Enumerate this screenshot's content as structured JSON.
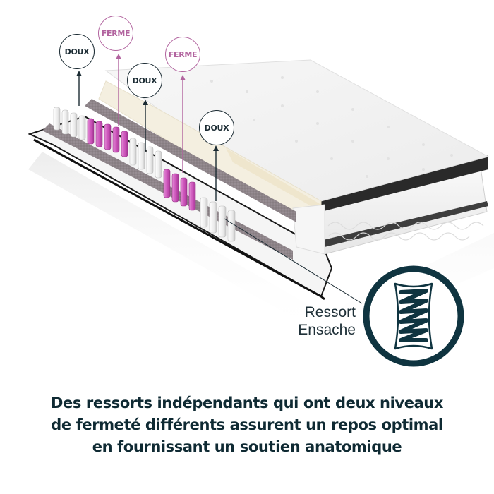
{
  "colors": {
    "soft": "#1b2b33",
    "firm": "#b2649f",
    "spring_magenta": "#c94fb7",
    "headline": "#0f2a33",
    "icon": "#0f3440"
  },
  "zone_labels": [
    {
      "id": "zone-1",
      "label": "DOUX",
      "type": "soft"
    },
    {
      "id": "zone-2",
      "label": "FERME",
      "type": "firm"
    },
    {
      "id": "zone-3",
      "label": "DOUX",
      "type": "soft"
    },
    {
      "id": "zone-4",
      "label": "FERME",
      "type": "firm"
    },
    {
      "id": "zone-5",
      "label": "DOUX",
      "type": "soft"
    }
  ],
  "callout": {
    "line1": "Ressort",
    "line2": "Ensache",
    "icon": "pocket-spring-icon"
  },
  "headline": {
    "text": "Des ressorts indépendants qui ont deux niveaux de fermeté différents assurent un repos optimal en fournissant un soutien anatomique"
  }
}
